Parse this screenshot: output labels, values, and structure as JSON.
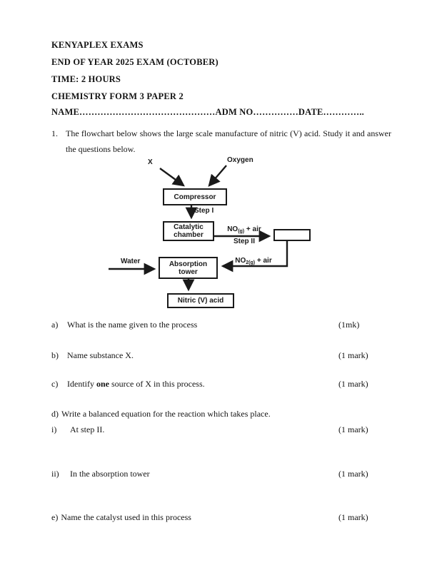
{
  "colors": {
    "ink": "#141414",
    "page_bg": "#ffffff",
    "diagram_line": "#1a1a1a"
  },
  "header": {
    "exam_board": "KENYAPLEX  EXAMS",
    "exam_title": "END OF YEAR 2025 EXAM (OCTOBER)",
    "time": "TIME: 2 HOURS",
    "subject": "CHEMISTRY FORM 3 PAPER 2",
    "name_line": "NAME………………………………………ADM NO……………DATE………….."
  },
  "question1": {
    "number": "1.",
    "intro": "The flowchart below shows the large scale manufacture of nitric (V) acid. Study it and answer the questions below."
  },
  "flowchart": {
    "label_x": "X",
    "label_oxygen": "Oxygen",
    "box_compressor": "Compressor",
    "label_step1": "Step I",
    "box_catalytic_line1": "Catalytic",
    "box_catalytic_line2": "chamber",
    "label_no": {
      "base": "NO",
      "sub": "(g)",
      "rest": " + air"
    },
    "label_step2": "Step II",
    "label_no2": {
      "base": "NO",
      "sub": "2(g)",
      "rest": " + air"
    },
    "label_water": "Water",
    "box_absorption_line1": "Absorption",
    "box_absorption_line2": "tower",
    "box_nitric": "Nitric (V) acid",
    "box_unlabeled": ""
  },
  "questions": [
    {
      "label": "a)",
      "text": "What is the name given to the process",
      "marks": "(1mk)"
    },
    {
      "label": "b)",
      "text": "Name substance X.",
      "marks": "(1 mark)"
    },
    {
      "label": "c)",
      "prefix": "Identify ",
      "bold": "one",
      "suffix": " source of X in this process.",
      "marks": "(1 mark)"
    },
    {
      "label": "d)",
      "text": "Write a balanced equation for the reaction which takes place.",
      "marks": ""
    },
    {
      "label": "i)",
      "text": "At step II.",
      "marks": "(1 mark)"
    },
    {
      "label": "ii)",
      "text": "In the absorption tower",
      "marks": "(1 mark)"
    },
    {
      "label": "e)",
      "text": "Name the catalyst used in this process",
      "marks": "(1 mark)"
    }
  ]
}
